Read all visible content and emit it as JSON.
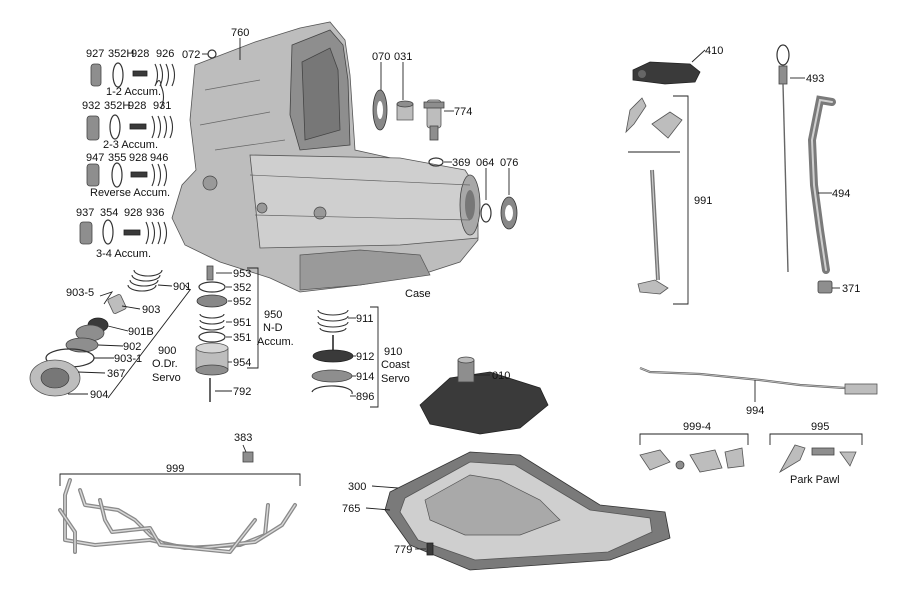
{
  "parts": {
    "p927": "927",
    "p352H": "352H",
    "p928a": "928",
    "p926": "926",
    "accum12": "1-2  Accum.",
    "p932": "932",
    "p352H2": "352H",
    "p928b": "928",
    "p931": "931",
    "accum23": "2-3  Accum.",
    "p947": "947",
    "p355": "355",
    "p928c": "928",
    "p946": "946",
    "accumRev": "Reverse  Accum.",
    "p937": "937",
    "p354": "354",
    "p928d": "928",
    "p936": "936",
    "accum34": "3-4  Accum.",
    "p072": "072",
    "p760": "760",
    "p070": "070",
    "p031": "031",
    "p774": "774",
    "p369": "369",
    "p064": "064",
    "p076": "076",
    "case": "Case",
    "p901": "901",
    "p903_5": "903-5",
    "p903": "903",
    "p901B": "901B",
    "p902": "902",
    "p903_1": "903-1",
    "p367": "367",
    "p904": "904",
    "odServo_num": "900",
    "odServo_1": "O.Dr.",
    "odServo_2": "Servo",
    "p953": "953",
    "p352": "352",
    "p952": "952",
    "p951": "951",
    "p351": "351",
    "p954": "954",
    "p792": "792",
    "nd_num": "950",
    "nd_1": "N-D",
    "nd_2": "Accum.",
    "p911": "911",
    "p912": "912",
    "p914": "914",
    "p896": "896",
    "coast_num": "910",
    "coast_1": "Coast",
    "coast_2": "Servo",
    "p010": "010",
    "p383": "383",
    "p999": "999",
    "p300": "300",
    "p765": "765",
    "p779": "779",
    "p410": "410",
    "p493": "493",
    "p991": "991",
    "p494": "494",
    "p371": "371",
    "p994": "994",
    "p999_4": "999-4",
    "p995": "995",
    "parkPawl": "Park Pawl"
  }
}
